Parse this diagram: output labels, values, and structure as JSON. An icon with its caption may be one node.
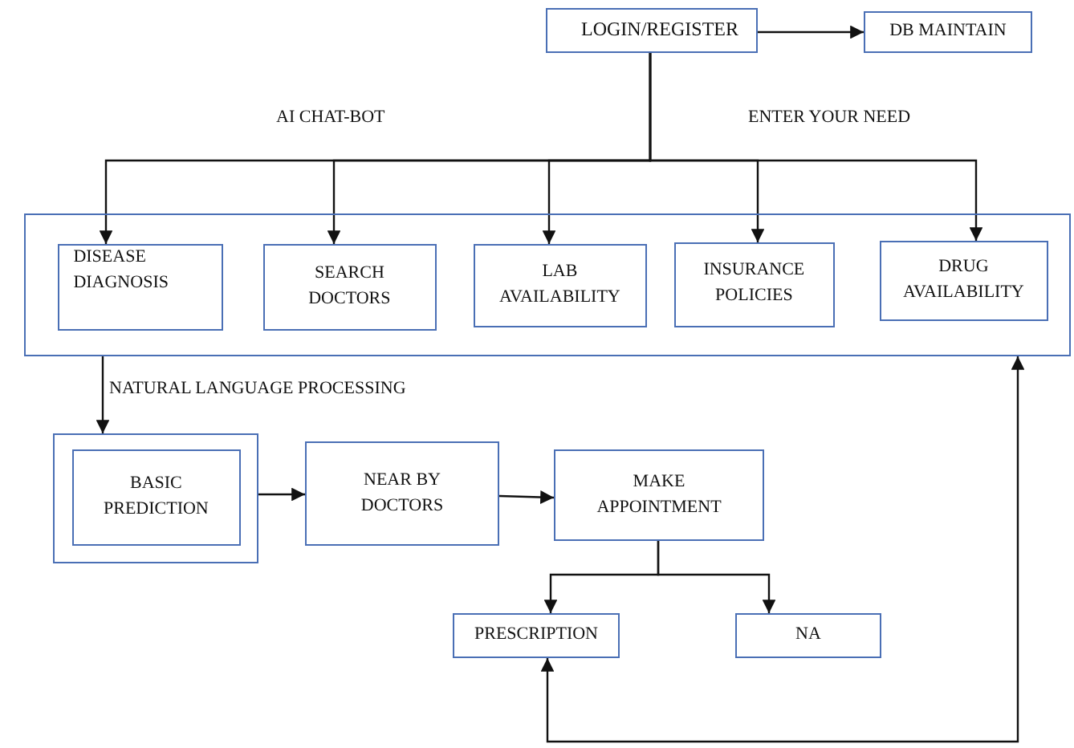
{
  "diagram": {
    "nodes": [
      {
        "text": [
          "LOGIN/REGISTER"
        ]
      },
      {
        "text": [
          "DB MAINTAIN"
        ]
      },
      {
        "text": [],
        "shape": "box"
      },
      {
        "text": [
          "DISEASE DIAGNOSIS"
        ],
        "in": 2
      },
      {
        "text": [
          "SEARCH DOCTORS"
        ],
        "in": 2
      },
      {
        "text": [
          "LAB AVAILABILITY"
        ],
        "in": 2
      },
      {
        "text": [
          "INSURANCE POLICIES"
        ],
        "in": 2
      },
      {
        "text": [
          "DRUG AVAILABILITY"
        ],
        "in": 2
      },
      {
        "text": [],
        "shape": "box"
      },
      {
        "text": [
          "BASIC PREDICTION"
        ],
        "in": 8
      },
      {
        "text": [
          "NEAR BY DOCTORS"
        ]
      },
      {
        "text": [
          "MAKE APPOINTMENT"
        ]
      },
      {
        "text": [
          "PRESCRIPTION"
        ]
      },
      {
        "text": [
          "NA"
        ]
      }
    ],
    "edges": [
      {
        "from": 0,
        "to": 1,
        "arrow": "to"
      },
      {
        "from": 0,
        "to": 3,
        "arrow": "to"
      },
      {
        "from": 0,
        "to": 4,
        "arrow": "to"
      },
      {
        "from": 0,
        "to": 5,
        "arrow": "to"
      },
      {
        "from": 0,
        "to": 6,
        "arrow": "to"
      },
      {
        "from": 0,
        "to": 7,
        "arrow": "to"
      },
      {
        "from": 2,
        "to": 8,
        "arrow": "to",
        "label": "NATURAL LANGUAGE PROCESSING"
      },
      {
        "from": 8,
        "to": 10,
        "arrow": "to"
      },
      {
        "from": 10,
        "to": 11,
        "arrow": "to"
      },
      {
        "from": 11,
        "to": 12,
        "arrow": "to"
      },
      {
        "from": 11,
        "to": 13,
        "arrow": "to"
      },
      {
        "from": 12,
        "to": 2,
        "arrow": "both"
      }
    ],
    "labels": [
      "AI CHAT-BOT",
      "ENTER YOUR NEED"
    ]
  }
}
